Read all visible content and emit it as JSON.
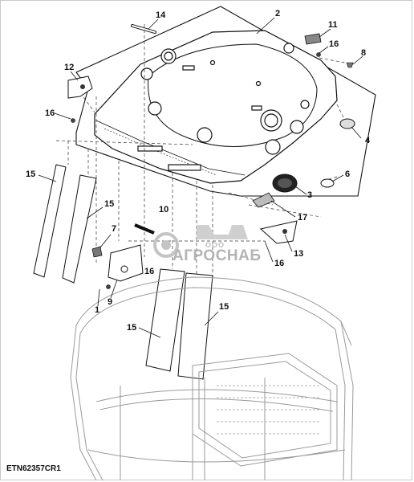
{
  "figure_code": "ETN62357CR1",
  "watermark": {
    "prefix": "ООО",
    "brand": "АГРОСНАБ"
  },
  "callouts": [
    "14",
    "2",
    "11",
    "16",
    "8",
    "12",
    "16",
    "4",
    "6",
    "3",
    "15",
    "15",
    "7",
    "10",
    "17",
    "13",
    "16",
    "16",
    "1",
    "9",
    "15",
    "15"
  ]
}
